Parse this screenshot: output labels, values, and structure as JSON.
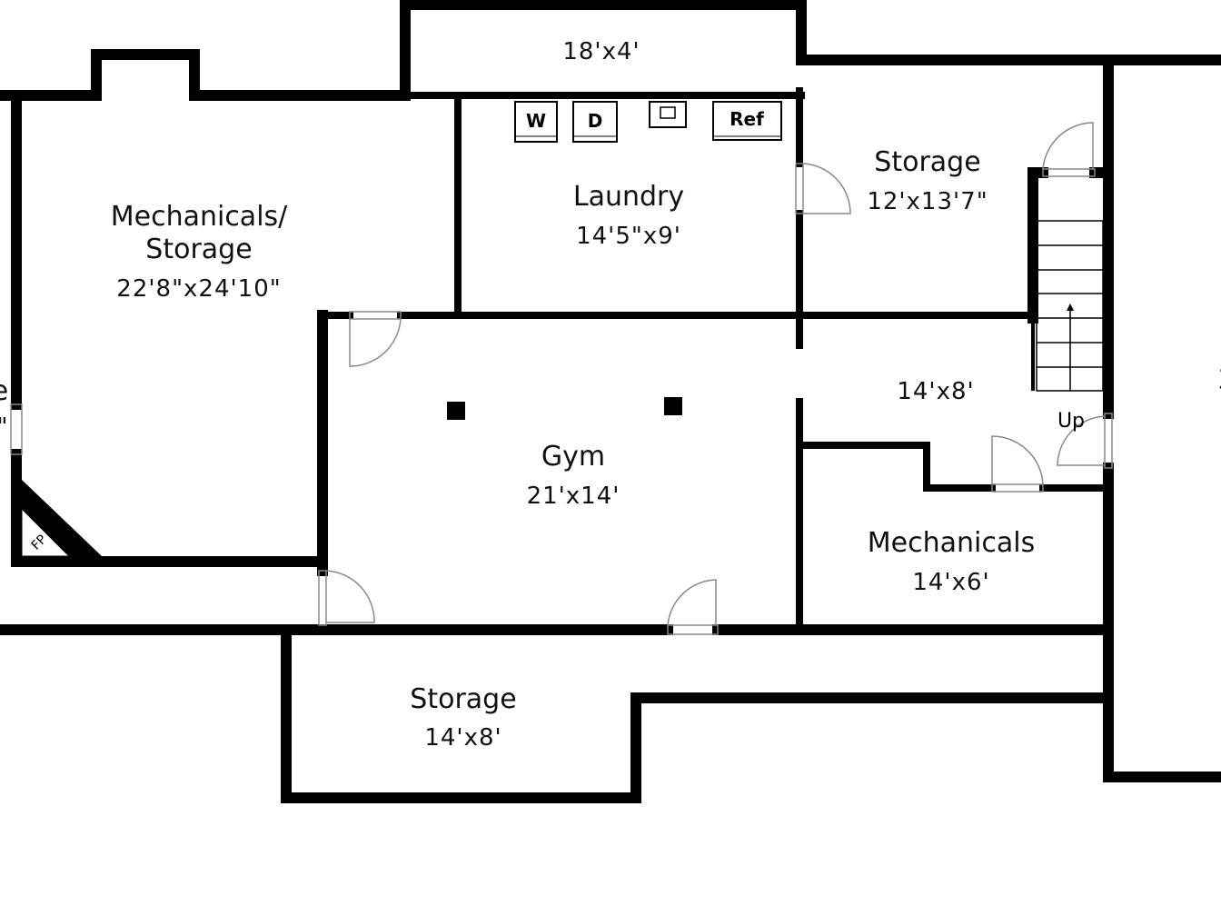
{
  "rooms": {
    "top_closet": {
      "dim": "18'x4'"
    },
    "mech_storage": {
      "name_line1": "Mechanicals/",
      "name_line2": "Storage",
      "dim": "22'8\"x24'10\""
    },
    "laundry": {
      "name": "Laundry",
      "dim": "14'5\"x9'"
    },
    "storage_ne": {
      "name": "Storage",
      "dim": "12'x13'7\""
    },
    "hall": {
      "dim": "14'x8'"
    },
    "gym": {
      "name": "Gym",
      "dim": "21'x14'"
    },
    "mechanicals": {
      "name": "Mechanicals",
      "dim": "14'x6'"
    },
    "storage_s": {
      "name": "Storage",
      "dim": "14'x8'"
    }
  },
  "appliances": {
    "washer": "W",
    "dryer": "D",
    "fridge": "Ref",
    "fireplace": "FP"
  },
  "stairs": {
    "label": "Up"
  },
  "cropped": {
    "left_a": "e",
    "left_b": "\"",
    "right": "3"
  }
}
